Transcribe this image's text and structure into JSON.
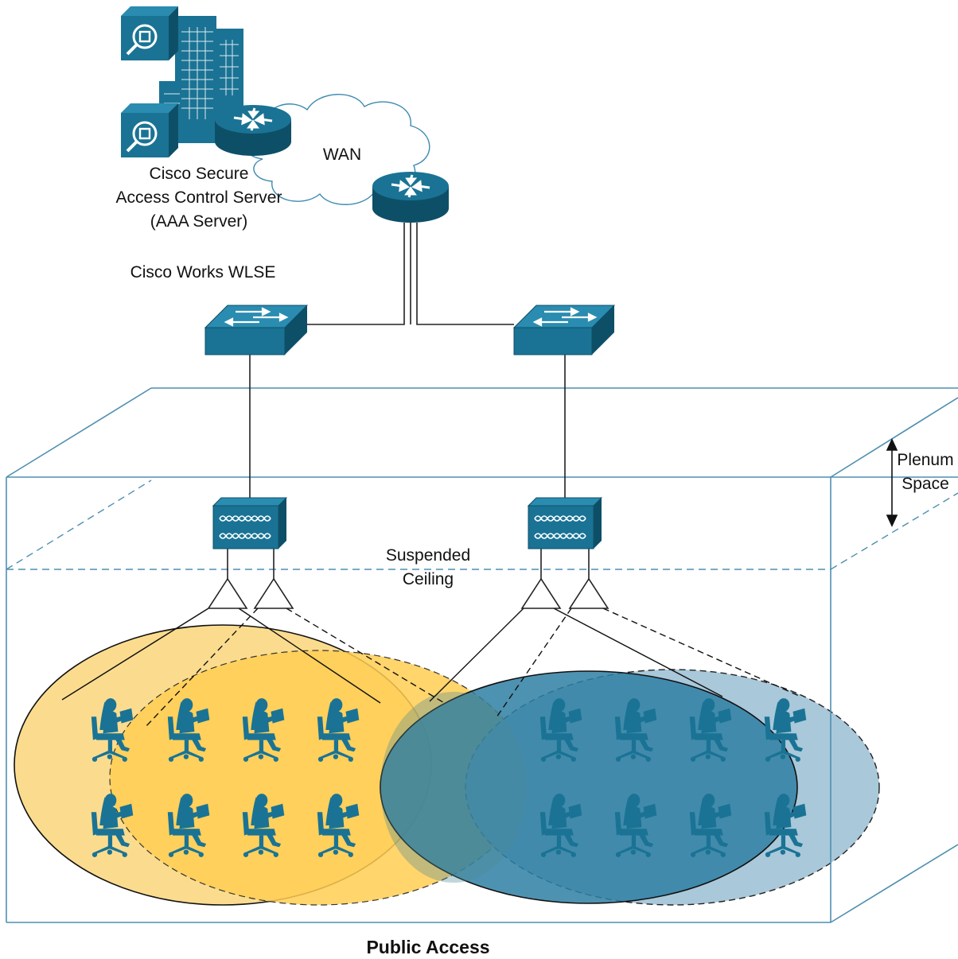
{
  "labels": {
    "acs_line1": "Cisco Secure",
    "acs_line2": "Access Control Server",
    "acs_line3": "(AAA Server)",
    "wan": "WAN",
    "wlse": "Cisco Works WLSE",
    "plenum_line1": "Plenum",
    "plenum_line2": "Space",
    "ceiling_line1": "Suspended",
    "ceiling_line2": "Ceiling",
    "title": "Public Access"
  },
  "colors": {
    "device_blue": "#1a7394",
    "device_dark": "#0e4f68",
    "box_line": "#4f8fb0",
    "coverage_yellow": "#ffcc4d",
    "coverage_blue": "#2f7fa3",
    "coverage_light_blue": "#8fb9cf",
    "person": "#1a7394"
  },
  "icons": [
    "server-icon",
    "building-icon",
    "router-icon",
    "cloud-icon",
    "switch-icon",
    "access-point-icon",
    "antenna-icon",
    "person-with-laptop-icon"
  ]
}
